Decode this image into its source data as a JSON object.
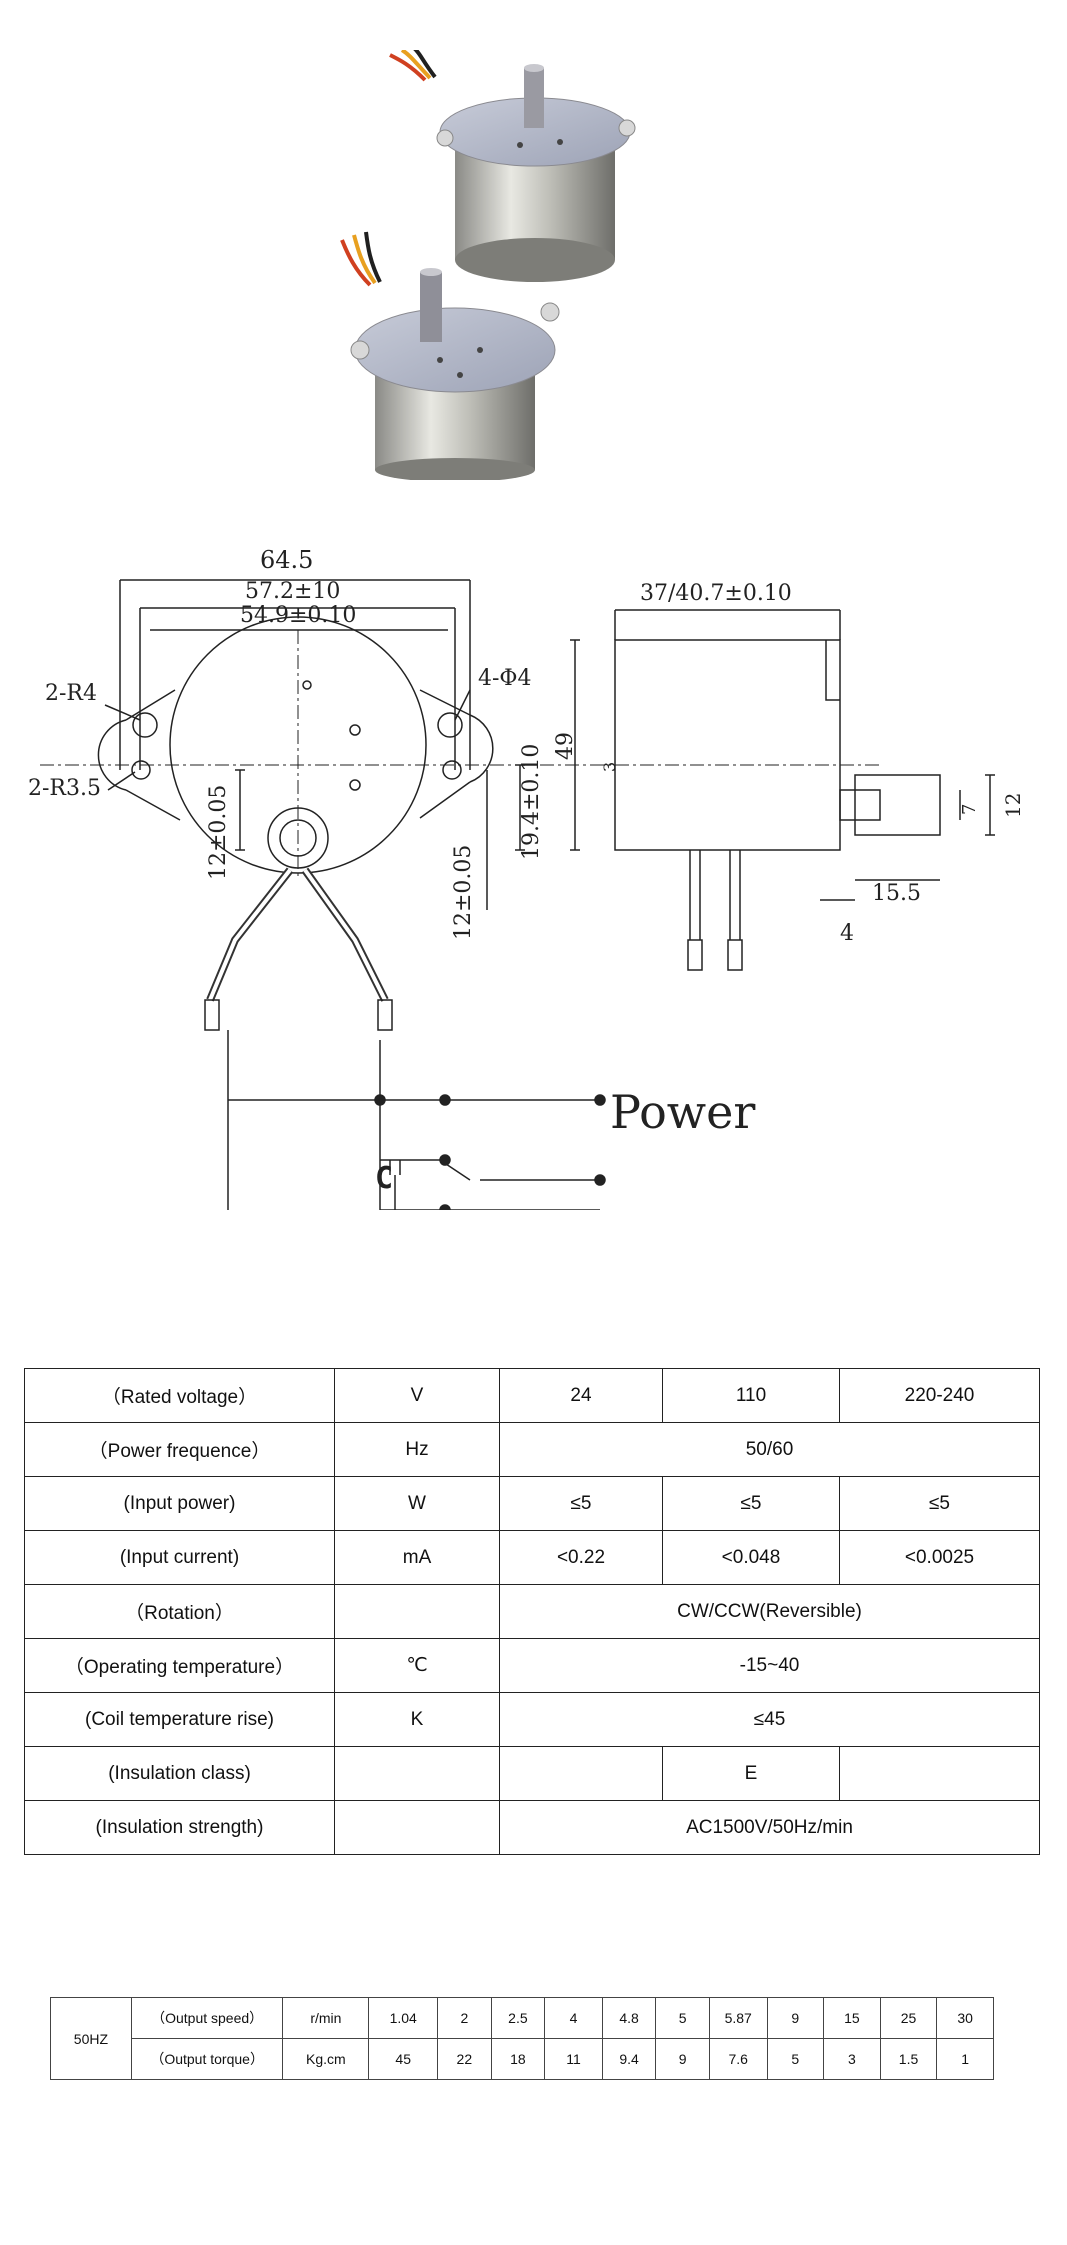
{
  "drawing": {
    "front": {
      "overall_width": "64.5",
      "hole_span": "57.2±10",
      "inner_span": "54.9±0.10",
      "radius_large": "2-R4",
      "radius_small": "2-R3.5",
      "hole_dia": "4-Φ4",
      "shaft_offset_left": "12±0.05",
      "height_offset": "19.4±0.10",
      "lower_offset": "12±0.05"
    },
    "side": {
      "depth": "37/40.7±0.10",
      "height": "49",
      "shaft_dia": "7",
      "shaft_flat": "12",
      "shaft_length": "15.5",
      "base": "4",
      "small_dim": "3"
    },
    "wiring": {
      "capacitor_label": "C",
      "power_label": "Power"
    }
  },
  "spec_table": {
    "rows": [
      {
        "param": "（Rated voltage）",
        "unit": "V",
        "values": [
          "24",
          "110",
          "220-240"
        ]
      },
      {
        "param": "（Power frequence）",
        "unit": "Hz",
        "merged": "50/60"
      },
      {
        "param": "(Input power)",
        "unit": "W",
        "values": [
          "≤5",
          "≤5",
          "≤5"
        ]
      },
      {
        "param": "(Input current)",
        "unit": "mA",
        "values": [
          "<0.22",
          "<0.048",
          "<0.0025"
        ]
      },
      {
        "param": "（Rotation）",
        "unit": "",
        "merged": "CW/CCW(Reversible)"
      },
      {
        "param": "（Operating temperature）",
        "unit": "℃",
        "merged": "-15~40"
      },
      {
        "param": "(Coil temperature rise)",
        "unit": "K",
        "merged": "≤45"
      },
      {
        "param": "(Insulation class)",
        "unit": "",
        "values": [
          "",
          "E",
          ""
        ]
      },
      {
        "param": "(Insulation strength)",
        "unit": "",
        "merged": "AC1500V/50Hz/min"
      }
    ]
  },
  "speed_table": {
    "freq": "50HZ",
    "speed_label": "（Output speed）",
    "speed_unit": "r/min",
    "speeds": [
      "1.04",
      "2",
      "2.5",
      "4",
      "4.8",
      "5",
      "5.87",
      "9",
      "15",
      "25",
      "30"
    ],
    "torque_label": "（Output torque）",
    "torque_unit": "Kg.cm",
    "torques": [
      "45",
      "22",
      "18",
      "11",
      "9.4",
      "9",
      "7.6",
      "5",
      "3",
      "1.5",
      "1"
    ]
  }
}
